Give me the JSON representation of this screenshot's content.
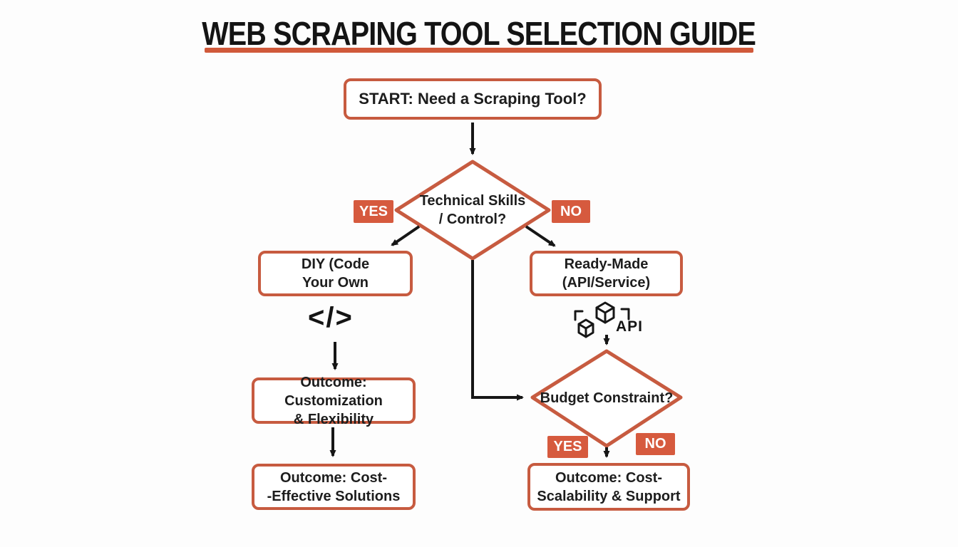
{
  "title": "WEB SCRAPING TOOL SELECTION GUIDE",
  "colors": {
    "accent": "#c75b40",
    "badge": "#d65a3e",
    "underline": "#d0593a",
    "ink": "#161616",
    "bg": "#fdfdfd"
  },
  "nodes": {
    "start": {
      "label": "START: Need a Scraping Tool?"
    },
    "decision_skills": {
      "line1": "Technical Skills",
      "line2": "/ Control?"
    },
    "diy": {
      "line1": "DIY (Code",
      "line2": "Your Own"
    },
    "ready_made": {
      "line1": "Ready-Made",
      "line2": "(API/Service)"
    },
    "outcome_customization": {
      "line1": "Outcome: Customization",
      "line2": "& Flexibility"
    },
    "outcome_cost_effective": {
      "line1": "Outcome: Cost-",
      "line2": "-Effective Solutions"
    },
    "decision_budget": {
      "label": "Budget Constraint?"
    },
    "outcome_scalability": {
      "line1": "Outcome: Cost-",
      "line2": "Scalability & Support"
    }
  },
  "badges": {
    "skills_yes": "YES",
    "skills_no": "NO",
    "budget_yes": "YES",
    "budget_no": "NO"
  },
  "icons": {
    "code": "</>",
    "api_label": "API"
  }
}
